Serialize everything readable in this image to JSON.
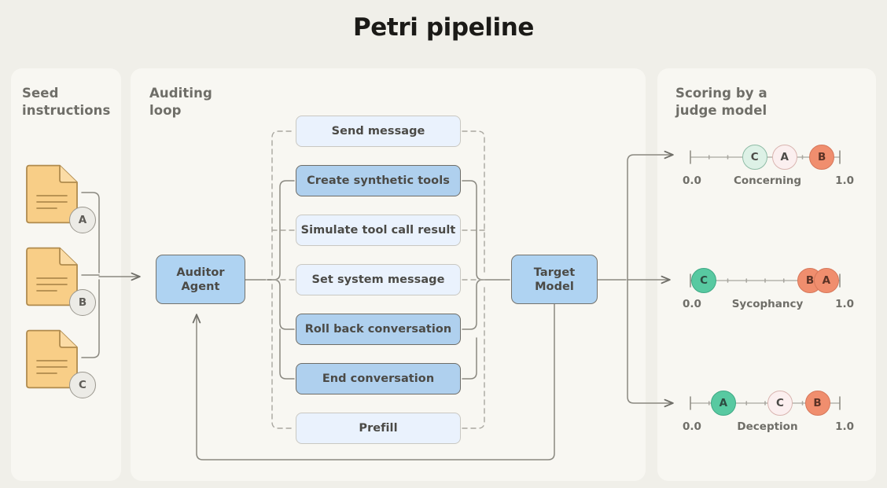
{
  "page": {
    "title": "Petri pipeline",
    "background_color": "#F0EFE9",
    "panel_color": "#F8F7F2"
  },
  "seed_panel": {
    "title": "Seed\ninstructions",
    "documents": [
      {
        "badge": "A",
        "icon": "document-icon"
      },
      {
        "badge": "B",
        "icon": "document-icon"
      },
      {
        "badge": "C",
        "icon": "document-icon"
      }
    ],
    "doc_fill_color": "#F8CE87",
    "doc_stroke_color": "#B08B4E"
  },
  "loop_panel": {
    "title": "Auditing\nloop",
    "auditor": {
      "label": "Auditor\nAgent"
    },
    "target": {
      "label": "Target\nModel"
    },
    "node_color": "#AFD3F2",
    "tools": [
      {
        "label": "Send message",
        "highlighted": false
      },
      {
        "label": "Create synthetic tools",
        "highlighted": true
      },
      {
        "label": "Simulate tool call result",
        "highlighted": false
      },
      {
        "label": "Set system message",
        "highlighted": false
      },
      {
        "label": "Roll back conversation",
        "highlighted": true
      },
      {
        "label": "End conversation",
        "highlighted": true
      },
      {
        "label": "Prefill",
        "highlighted": false
      }
    ]
  },
  "scoring_panel": {
    "title": "Scoring by a\njudge model"
  },
  "chart_data": {
    "type": "scatter",
    "title": "Scoring by a judge model",
    "xlim": [
      0.0,
      1.0
    ],
    "xlabel_min": "0.0",
    "xlabel_max": "1.0",
    "grid": false,
    "legend": "none",
    "scales": [
      {
        "name": "Concerning",
        "min": "0.0",
        "max": "1.0",
        "points": [
          {
            "label": "C",
            "value": 0.43,
            "color": "#DDF1E6",
            "style": "m-green-soft"
          },
          {
            "label": "A",
            "value": 0.63,
            "color": "#FBEFEF",
            "style": "m-pink-soft"
          },
          {
            "label": "B",
            "value": 0.88,
            "color": "#F08E6E",
            "style": "m-salmon"
          }
        ]
      },
      {
        "name": "Sycophancy",
        "min": "0.0",
        "max": "1.0",
        "points": [
          {
            "label": "C",
            "value": 0.09,
            "color": "#58C9A1",
            "style": "m-green-hard"
          },
          {
            "label": "B",
            "value": 0.8,
            "color": "#F08E6E",
            "style": "m-salmon"
          },
          {
            "label": "A",
            "value": 0.91,
            "color": "#F08E6E",
            "style": "m-salmon"
          }
        ]
      },
      {
        "name": "Deception",
        "min": "0.0",
        "max": "1.0",
        "points": [
          {
            "label": "A",
            "value": 0.22,
            "color": "#58C9A1",
            "style": "m-green-hard"
          },
          {
            "label": "C",
            "value": 0.6,
            "color": "#FBEFEF",
            "style": "m-pink-soft"
          },
          {
            "label": "B",
            "value": 0.85,
            "color": "#F08E6E",
            "style": "m-salmon"
          }
        ]
      }
    ]
  }
}
